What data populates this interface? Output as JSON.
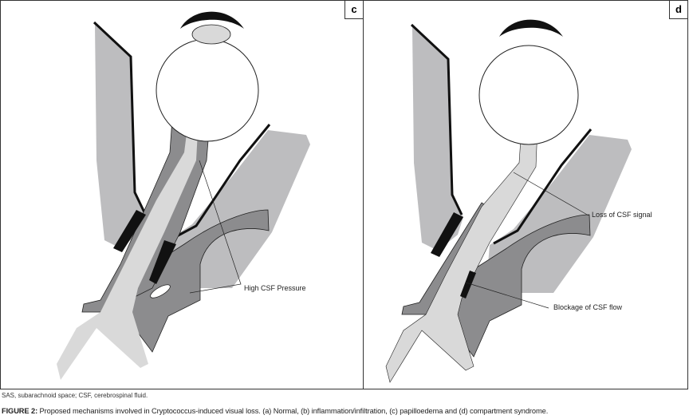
{
  "panels": [
    {
      "tag": "c",
      "labels": [
        "High CSF Pressure"
      ]
    },
    {
      "tag": "d",
      "labels": [
        "Loss of CSF signal",
        "Blockage of CSF flow"
      ]
    }
  ],
  "abbreviations": "SAS, subarachnoid space; CSF, cerebrospinal fluid.",
  "caption": {
    "prefix": "FIGURE 2:",
    "text": " Proposed mechanisms involved in Cryptococcus-induced visual loss. (a) Normal, (b) inflammation/infiltration, (c) papilloedema and (d) compartment syndrome."
  },
  "colors": {
    "light": "#d9d9d9",
    "mid": "#bdbdbf",
    "dark": "#8c8c8e",
    "black": "#111111"
  }
}
